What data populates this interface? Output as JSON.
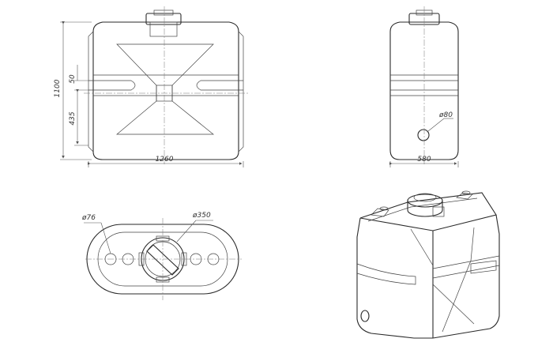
{
  "dimensions": {
    "front_height": "1100",
    "front_upper_offset": "50",
    "front_lower_offset": "435",
    "front_width": "1260",
    "side_width": "580",
    "side_outlet_dia": "ø80",
    "top_port_dia": "ø76",
    "top_lid_dia": "ø350"
  },
  "colors": {
    "line": "#2a2a2a",
    "background": "#ffffff"
  }
}
